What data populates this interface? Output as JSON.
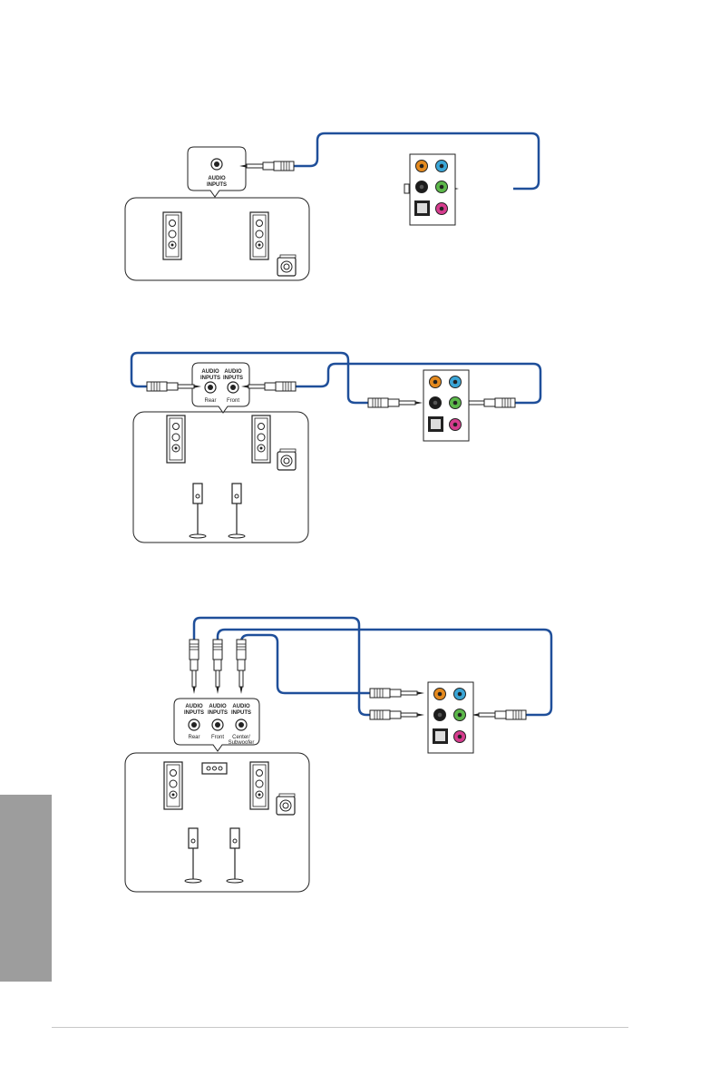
{
  "labels": {
    "audio_inputs_line1": "AUDIO",
    "audio_inputs_line2": "INPUTS",
    "rear": "Rear",
    "front": "Front",
    "center_line1": "Center/",
    "center_line2": "Subwoofer"
  },
  "colors": {
    "cable": "#1f4f9a",
    "jack_orange": "#e58a1f",
    "jack_blue": "#3aa6d8",
    "jack_black": "#1c1c1c",
    "jack_green": "#5cb84a",
    "jack_pink": "#d63c8e",
    "side_tab": "#9d9d9d"
  },
  "icons": [
    "speaker-icon",
    "subwoofer-icon",
    "satellite-speaker-icon",
    "audio-plug-icon",
    "rear-io-panel-icon",
    "optical-port-icon"
  ]
}
